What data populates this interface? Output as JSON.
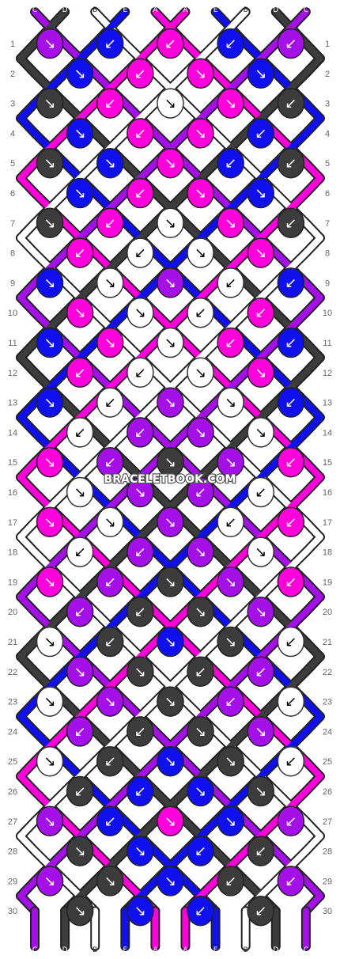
{
  "watermark": "BRACELETBOOK.COM",
  "colors": {
    "A": "#ff00dd",
    "B": "#ffffff",
    "C": "#a510e8",
    "D": "#3c3c3c",
    "E": "#1010ee"
  },
  "strands_top": [
    "C",
    "D",
    "B",
    "E",
    "A",
    "A",
    "E",
    "B",
    "D",
    "C"
  ],
  "strands_bottom": [
    "C",
    "D",
    "B",
    "E",
    "A",
    "A",
    "E",
    "B",
    "D",
    "C"
  ],
  "row_labels": [
    "1",
    "2",
    "3",
    "4",
    "5",
    "6",
    "7",
    "8",
    "9",
    "10",
    "11",
    "12",
    "13",
    "14",
    "15",
    "16",
    "17",
    "18",
    "19",
    "20",
    "21",
    "22",
    "23",
    "24",
    "25",
    "26",
    "27",
    "28",
    "29",
    "30"
  ],
  "knots": [
    [
      [
        "C",
        "↘"
      ],
      [
        "E",
        "↙"
      ],
      [
        "A",
        "↙"
      ],
      [
        "E",
        "↙"
      ],
      [
        "C",
        "↙"
      ]
    ],
    [
      [
        "E",
        "↘"
      ],
      [
        "A",
        "↙"
      ],
      [
        "A",
        "↘"
      ],
      [
        "E",
        "↘"
      ]
    ],
    [
      [
        "D",
        "↘"
      ],
      [
        "A",
        "↙"
      ],
      [
        "B",
        "↘"
      ],
      [
        "A",
        "↘"
      ],
      [
        "D",
        "↙"
      ]
    ],
    [
      [
        "E",
        "↘"
      ],
      [
        "A",
        "↙"
      ],
      [
        "A",
        "↘"
      ],
      [
        "E",
        "↙"
      ]
    ],
    [
      [
        "D",
        "↘"
      ],
      [
        "E",
        "↘"
      ],
      [
        "A",
        "↘"
      ],
      [
        "E",
        "↙"
      ],
      [
        "D",
        "↙"
      ]
    ],
    [
      [
        "E",
        "↘"
      ],
      [
        "A",
        "↙"
      ],
      [
        "A",
        "↘"
      ],
      [
        "E",
        "↘"
      ]
    ],
    [
      [
        "D",
        "↘"
      ],
      [
        "A",
        "↙"
      ],
      [
        "B",
        "↘"
      ],
      [
        "A",
        "↘"
      ],
      [
        "D",
        "↙"
      ]
    ],
    [
      [
        "A",
        "↙"
      ],
      [
        "B",
        "↙"
      ],
      [
        "B",
        "↘"
      ],
      [
        "A",
        "↘"
      ]
    ],
    [
      [
        "E",
        "↘"
      ],
      [
        "B",
        "↘"
      ],
      [
        "C",
        "↘"
      ],
      [
        "B",
        "↙"
      ],
      [
        "E",
        "↙"
      ]
    ],
    [
      [
        "A",
        "↘"
      ],
      [
        "B",
        "↘"
      ],
      [
        "B",
        "↙"
      ],
      [
        "A",
        "↙"
      ]
    ],
    [
      [
        "E",
        "↘"
      ],
      [
        "A",
        "↘"
      ],
      [
        "B",
        "↘"
      ],
      [
        "A",
        "↙"
      ],
      [
        "E",
        "↙"
      ]
    ],
    [
      [
        "A",
        "↙"
      ],
      [
        "B",
        "↙"
      ],
      [
        "B",
        "↘"
      ],
      [
        "A",
        "↘"
      ]
    ],
    [
      [
        "E",
        "↘"
      ],
      [
        "B",
        "↙"
      ],
      [
        "C",
        "↘"
      ],
      [
        "B",
        "↘"
      ],
      [
        "E",
        "↙"
      ]
    ],
    [
      [
        "B",
        "↙"
      ],
      [
        "C",
        "↙"
      ],
      [
        "C",
        "↘"
      ],
      [
        "B",
        "↘"
      ]
    ],
    [
      [
        "A",
        "↘"
      ],
      [
        "C",
        "↙"
      ],
      [
        "D",
        "↘"
      ],
      [
        "C",
        "↘"
      ],
      [
        "A",
        "↙"
      ]
    ],
    [
      [
        "B",
        "↘"
      ],
      [
        "C",
        "↘"
      ],
      [
        "C",
        "↙"
      ],
      [
        "B",
        "↙"
      ]
    ],
    [
      [
        "A",
        "↘"
      ],
      [
        "B",
        "↘"
      ],
      [
        "C",
        "↘"
      ],
      [
        "B",
        "↙"
      ],
      [
        "A",
        "↙"
      ]
    ],
    [
      [
        "B",
        "↙"
      ],
      [
        "C",
        "↙"
      ],
      [
        "C",
        "↘"
      ],
      [
        "B",
        "↘"
      ]
    ],
    [
      [
        "A",
        "↘"
      ],
      [
        "C",
        "↙"
      ],
      [
        "D",
        "↘"
      ],
      [
        "C",
        "↘"
      ],
      [
        "A",
        "↙"
      ]
    ],
    [
      [
        "C",
        "↙"
      ],
      [
        "D",
        "↙"
      ],
      [
        "D",
        "↘"
      ],
      [
        "C",
        "↘"
      ]
    ],
    [
      [
        "B",
        "↘"
      ],
      [
        "D",
        "↙"
      ],
      [
        "E",
        "↘"
      ],
      [
        "D",
        "↘"
      ],
      [
        "B",
        "↙"
      ]
    ],
    [
      [
        "C",
        "↘"
      ],
      [
        "D",
        "↘"
      ],
      [
        "D",
        "↙"
      ],
      [
        "C",
        "↙"
      ]
    ],
    [
      [
        "B",
        "↘"
      ],
      [
        "C",
        "↘"
      ],
      [
        "D",
        "↘"
      ],
      [
        "C",
        "↙"
      ],
      [
        "B",
        "↙"
      ]
    ],
    [
      [
        "C",
        "↙"
      ],
      [
        "D",
        "↙"
      ],
      [
        "D",
        "↘"
      ],
      [
        "C",
        "↘"
      ]
    ],
    [
      [
        "B",
        "↘"
      ],
      [
        "D",
        "↙"
      ],
      [
        "E",
        "↘"
      ],
      [
        "D",
        "↘"
      ],
      [
        "B",
        "↙"
      ]
    ],
    [
      [
        "D",
        "↙"
      ],
      [
        "E",
        "↙"
      ],
      [
        "E",
        "↘"
      ],
      [
        "D",
        "↘"
      ]
    ],
    [
      [
        "C",
        "↘"
      ],
      [
        "E",
        "↙"
      ],
      [
        "A",
        "↘"
      ],
      [
        "E",
        "↘"
      ],
      [
        "C",
        "↙"
      ]
    ],
    [
      [
        "D",
        "↘"
      ],
      [
        "E",
        "↘"
      ],
      [
        "E",
        "↙"
      ],
      [
        "D",
        "↙"
      ]
    ],
    [
      [
        "C",
        "↘"
      ],
      [
        "D",
        "↘"
      ],
      [
        "E",
        "↘"
      ],
      [
        "D",
        "↙"
      ],
      [
        "C",
        "↙"
      ]
    ],
    [
      [
        "D",
        "↘"
      ],
      [
        "E",
        "↘"
      ],
      [
        "E",
        "↙"
      ],
      [
        "D",
        "↙"
      ]
    ]
  ]
}
